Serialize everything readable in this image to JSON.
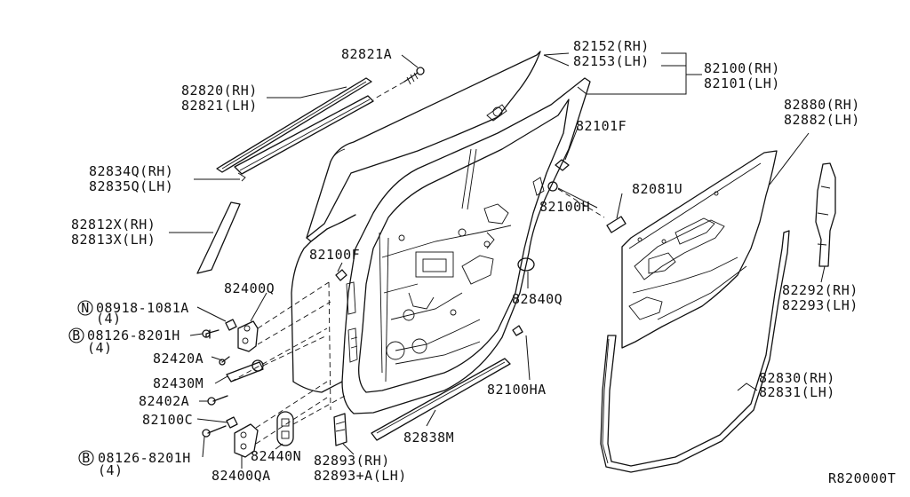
{
  "labels": {
    "l_82821A": "82821A",
    "l_82152": "82152(RH)",
    "l_82153": "82153(LH)",
    "l_82100": "82100(RH)",
    "l_82101": "82101(LH)",
    "l_82820": "82820(RH)",
    "l_82821": "82821(LH)",
    "l_82880": "82880(RH)",
    "l_82882": "82882(LH)",
    "l_82101F": "82101F",
    "l_82834Q": "82834Q(RH)",
    "l_82835Q": "82835Q(LH)",
    "l_82081U": "82081U",
    "l_82100H": "82100H",
    "l_82812X": "82812X(RH)",
    "l_82813X": "82813X(LH)",
    "l_82100F": "82100F",
    "l_82400Q": "82400Q",
    "l_82292": "82292(RH)",
    "l_82293": "82293(LH)",
    "l_82840Q": "82840Q",
    "l_08918": "08918-1081A",
    "l_08918q": "(4)",
    "l_08126a": "08126-8201H",
    "l_08126aq": "(4)",
    "l_82420A": "82420A",
    "l_82430M": "82430M",
    "l_82402A": "82402A",
    "l_82830": "82830(RH)",
    "l_82831": "82831(LH)",
    "l_82100HA": "82100HA",
    "l_82100C": "82100C",
    "l_82838M": "82838M",
    "l_08126b": "08126-8201H",
    "l_08126bq": "(4)",
    "l_82440N": "82440N",
    "l_82893": "82893(RH)",
    "l_82893A": "82893+A(LH)",
    "l_82400QA": "82400QA",
    "l_ref": "R820000T"
  },
  "symbols": {
    "n_mark": "N",
    "b_mark_1": "B",
    "b_mark_2": "B"
  }
}
